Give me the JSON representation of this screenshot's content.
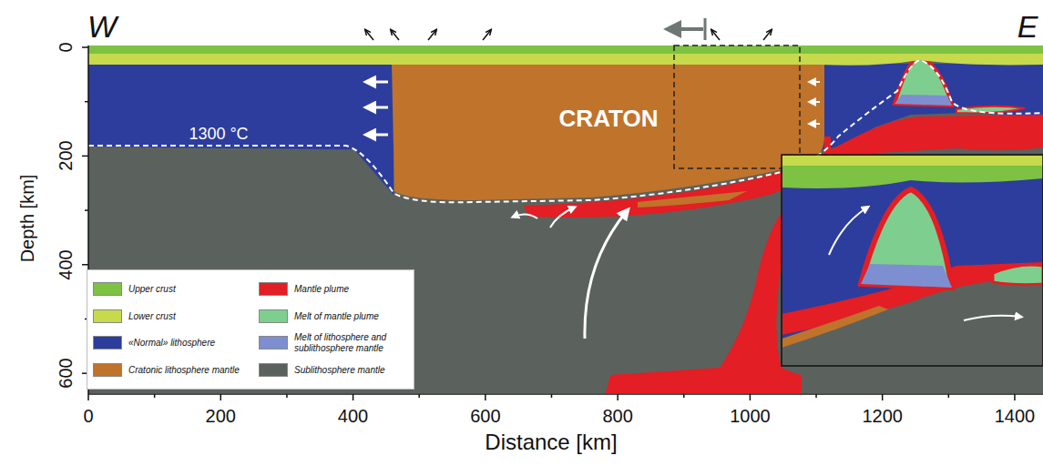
{
  "diagram": {
    "nodes": [
      {
        "text": [
          "CRATON"
        ]
      }
    ],
    "labels": [
      "W",
      "E",
      "1300 °C",
      "Depth [km]",
      "0",
      "200",
      "400",
      "600",
      "0",
      "200",
      "400",
      "600",
      "800",
      "1000",
      "1200",
      "1400",
      "Distance [km]"
    ],
    "legend": [
      {
        "text": "Upper crust",
        "color": "#7dc242"
      },
      {
        "text": "Lower crust",
        "color": "#c6da4c"
      },
      {
        "text": "«Normal» lithosphere",
        "color": "#2c3d9d"
      },
      {
        "text": "Cratonic lithosphere mantle",
        "color": "#c0732a"
      },
      {
        "text": "Mantle plume",
        "color": "#e31e24"
      },
      {
        "text": "Melt of mantle plume",
        "color": "#7ecf8f"
      },
      {
        "text": "Melt of lithosphere and sublithosphere mantle",
        "color": "#7d8fd0"
      },
      {
        "text": "Sublithosphere mantle",
        "color": "#5b625d"
      }
    ]
  }
}
